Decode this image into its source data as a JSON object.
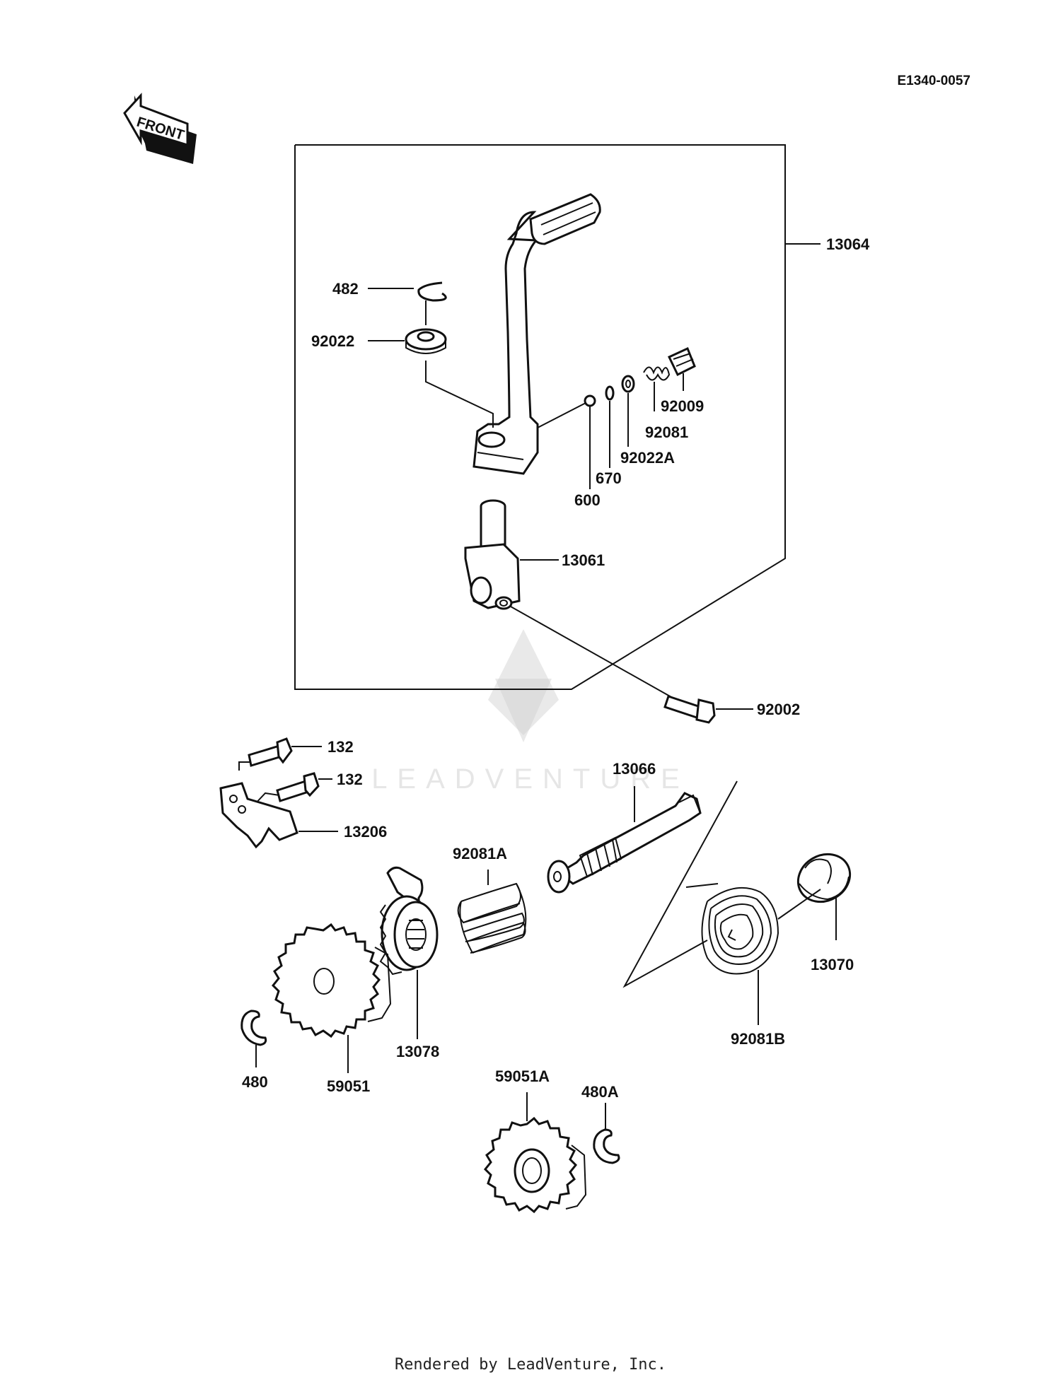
{
  "diagram_code": "E1340-0057",
  "front_arrow_label": "FRONT",
  "watermark_text": "LEADVENTURE",
  "footer": "Rendered by LeadVenture, Inc.",
  "parts": {
    "p13064": "13064",
    "p482": "482",
    "p92022": "92022",
    "p92009": "92009",
    "p92081": "92081",
    "p92022A": "92022A",
    "p670": "670",
    "p600": "600",
    "p13061": "13061",
    "p92002": "92002",
    "p132a": "132",
    "p132b": "132",
    "p13206": "13206",
    "p13066": "13066",
    "p92081A": "92081A",
    "p13070": "13070",
    "p92081B": "92081B",
    "p13078": "13078",
    "p480": "480",
    "p59051": "59051",
    "p59051A": "59051A",
    "p480A": "480A"
  }
}
